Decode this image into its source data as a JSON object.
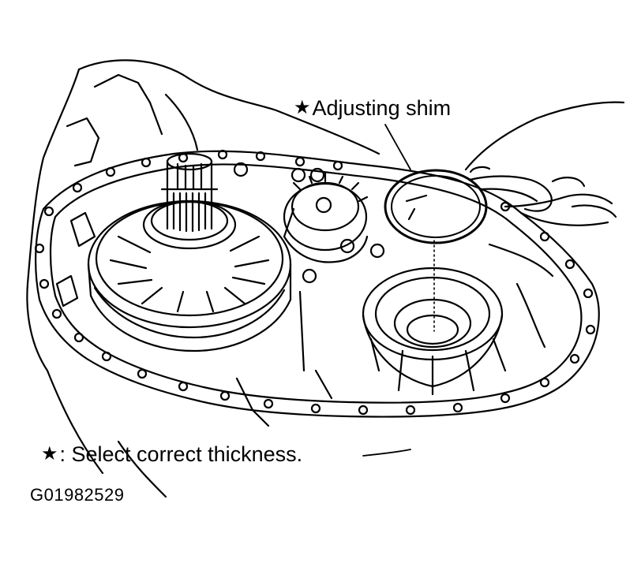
{
  "diagram": {
    "callouts": {
      "shim": {
        "marker": "★",
        "text": "Adjusting shim"
      },
      "note": {
        "marker": "★",
        "text": ": Select correct thickness."
      }
    },
    "figure_id": "G01982529",
    "colors": {
      "ink": "#000000",
      "paper": "#ffffff"
    }
  }
}
